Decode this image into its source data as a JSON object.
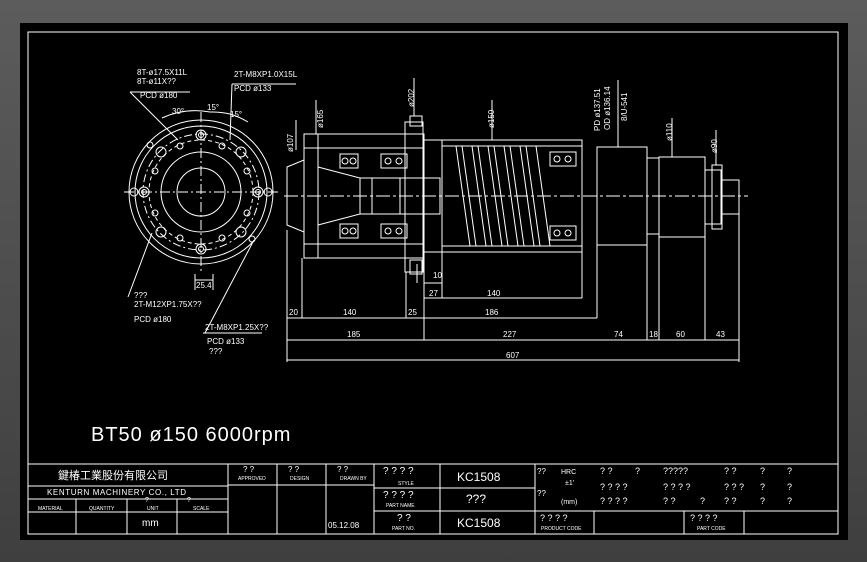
{
  "drawing": {
    "main_title": "BT50  ø150    6000rpm",
    "colors": {
      "background": "#000000",
      "lines": "#ffffff",
      "frame": "#4a4a4a"
    },
    "end_view": {
      "labels": [
        "8T-ø17.5X11L",
        "8T-ø11X??",
        "PCD ø180",
        "2T-M8XP1.0X15L",
        "PCD ø133",
        "30°",
        "15°",
        "15°",
        "25.4",
        "???",
        "2T-M12XP1.75X??",
        "PCD ø180",
        "2T-M8XP1.25X??",
        "PCD ø133",
        "???"
      ]
    },
    "side_view": {
      "diameters": [
        "ø107",
        "ø165",
        "ø202",
        "ø150",
        "PD ø137.51",
        "OD ø136.14",
        "8/U-541",
        "ø110",
        "ø90"
      ],
      "small_dims": [
        "10",
        "27"
      ],
      "row1": [
        "20",
        "140",
        "25",
        "186",
        "140"
      ],
      "row2": [
        "185",
        "227",
        "74",
        "18",
        "60",
        "43"
      ],
      "total": "607"
    }
  },
  "title_block": {
    "company_cn": "鍵椿工業股份有限公司",
    "company_en": "KENTURN MACHINERY CO., LTD",
    "material": "MATERIAL",
    "quantity": "QUANTITY",
    "unit": "UNIT",
    "scale": "SCALE",
    "unit_value": "mm",
    "approved_q": "?  ?",
    "approved": "APPROVED",
    "design_q": "?  ?",
    "design": "DESIGN",
    "drawn_q": "?  ?",
    "drawn": "DRAWN BY",
    "date": "05.12.08",
    "style_q": "? ? ? ?",
    "style": "STYLE",
    "part_name_q": "? ? ? ?",
    "part_name": "PART NAME",
    "part_no_q": "?  ?",
    "part_no": "PART NO.",
    "style_value": "KC1508",
    "part_name_value": "???",
    "part_no_value": "KC1508",
    "notes_left": [
      "??",
      "HRC",
      "±1'",
      "??",
      "(mm)"
    ],
    "notes_grid": [
      "?  ?",
      "?",
      "?????",
      "?  ?",
      "?",
      "?",
      "? ? ? ?",
      "? ? ? ?",
      "? ? ?",
      "?",
      "?",
      "? ? ? ?",
      "? ?",
      "?",
      "? ?",
      "?",
      "?"
    ],
    "product_code_q": "? ? ? ?",
    "product_code": "PRODUCT CODE",
    "part_code_q": "? ? ? ?",
    "part_code": "PART CODE"
  }
}
